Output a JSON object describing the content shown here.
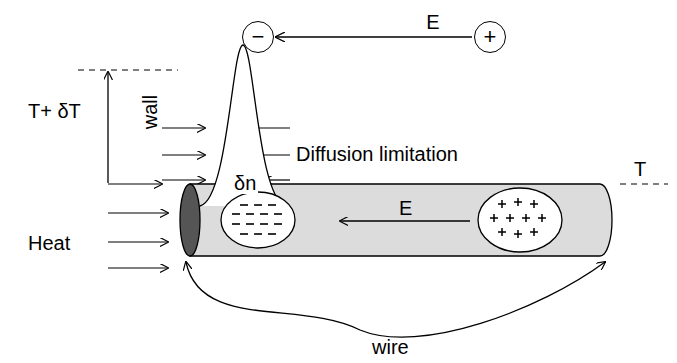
{
  "diagram": {
    "nodes": [
      {
        "text": [
          "−"
        ]
      },
      {
        "text": [
          "+"
        ]
      }
    ],
    "edges": [
      {
        "from": 1,
        "to": 0,
        "arrow": "to",
        "label": "E"
      }
    ],
    "labels": [
      "T+ δT",
      "wall",
      "δn",
      "Diffusion limitation",
      "T",
      "Heat",
      "E",
      "wire"
    ]
  }
}
